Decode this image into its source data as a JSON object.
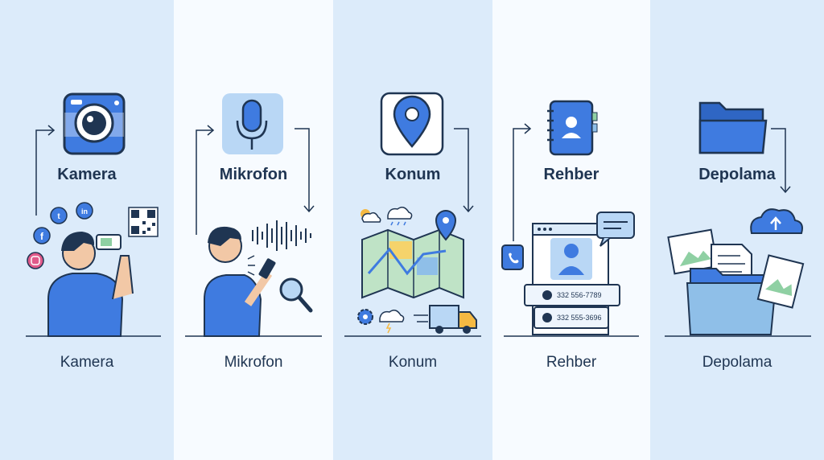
{
  "columns": [
    {
      "title": "Kamera",
      "caption": "Kamera"
    },
    {
      "title": "Mikrofon",
      "caption": "Mikrofon"
    },
    {
      "title": "Konum",
      "caption": "Konum"
    },
    {
      "title": "Rehber",
      "caption": "Rehber"
    },
    {
      "title": "Depolama",
      "caption": "Depolama"
    }
  ],
  "contacts": [
    {
      "phone": "332 556-7789"
    },
    {
      "phone": "332 555-3696"
    }
  ],
  "colors": {
    "accent": "#3f7be0",
    "dark": "#1f3552",
    "panel_alt": "#dcebfa",
    "panel_light": "#f7fbff"
  }
}
